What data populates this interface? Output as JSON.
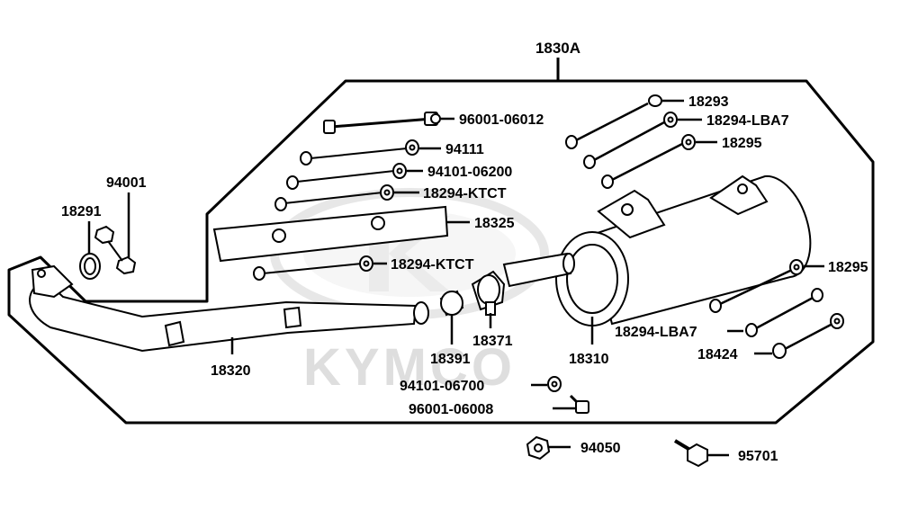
{
  "diagram": {
    "title_code": "1830A",
    "watermark": "KYMCO",
    "parts": {
      "p96001_06012": "96001-06012",
      "p94111": "94111",
      "p94101_06200": "94101-06200",
      "p18294_ktct_a": "18294-KTCT",
      "p18325": "18325",
      "p18294_ktct_b": "18294-KTCT",
      "p18293": "18293",
      "p18294_lba7_a": "18294-LBA7",
      "p18295_a": "18295",
      "p18295_b": "18295",
      "p18294_lba7_b": "18294-LBA7",
      "p18424": "18424",
      "p94001": "94001",
      "p18291": "18291",
      "p18320": "18320",
      "p18391": "18391",
      "p18371": "18371",
      "p18310": "18310",
      "p94101_06700": "94101-06700",
      "p96001_06008": "96001-06008",
      "p94050": "94050",
      "p95701": "95701"
    }
  }
}
